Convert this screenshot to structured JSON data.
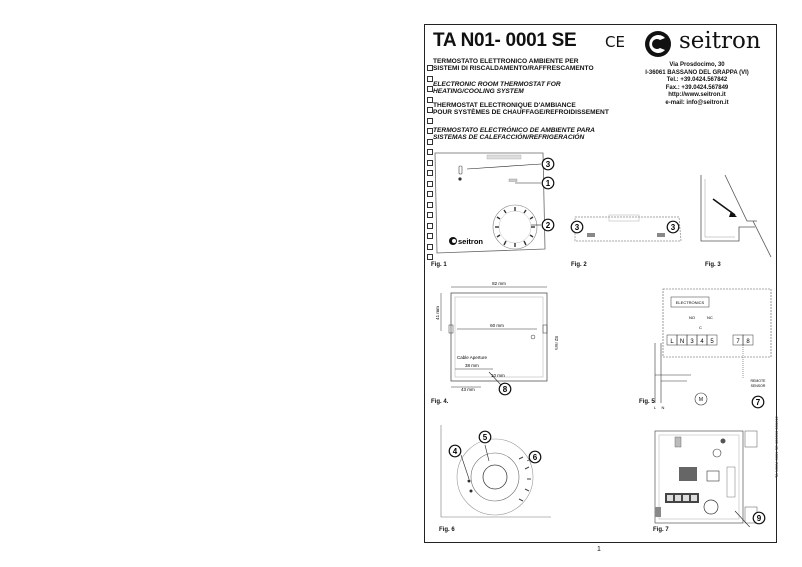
{
  "header": {
    "title": "TA N01- 0001 SE",
    "ce_mark": "CE",
    "brand": "seitron"
  },
  "address": {
    "street": "Via Prosdocimo, 30",
    "city": "I-36061 BASSANO DEL GRAPPA (VI)",
    "tel": "Tel.:     +39.0424.567842",
    "fax": "Fax.:    +39.0424.567849",
    "web": "http://www.seitron.it",
    "email": "e-mail: info@seitron.it"
  },
  "descriptions": {
    "it_1": "TERMOSTATO ELETTRONICO AMBIENTE PER",
    "it_2": "SISTEMI DI RISCALDAMENTO/RAFFRESCAMENTO",
    "en_1": "ELECTRONIC ROOM THERMOSTAT FOR",
    "en_2": "HEATING/COOLING SYSTEM",
    "fr_1": "THERMOSTAT ELECTRONIQUE D'AMBIANCE",
    "fr_2": "POUR SYSTÈMES DE CHAUFFAGE/REFROIDISSEMENT",
    "es_1": "TERMOSTATO ELECTRÓNICO DE AMBIENTE PARA",
    "es_2": "SISTEMAS DE CALEFACCIÓN/REFRIGERACIÓN"
  },
  "figures": {
    "fig1": "Fig. 1",
    "fig2": "Fig. 2",
    "fig3": "Fig. 3",
    "fig4": "Fig. 4.",
    "fig5": "Fig. 5",
    "fig6": "Fig. 6",
    "fig7": "Fig. 7"
  },
  "callouts": {
    "n1": "1",
    "n2": "2",
    "n3": "3",
    "n4": "4",
    "n5": "5",
    "n6": "6",
    "n7": "7",
    "n8": "8",
    "n9": "9"
  },
  "fig4_labels": {
    "width": "82 mm",
    "height_left": "41 mm",
    "inner": "60 mm",
    "height_right": "82 mm",
    "cable": "Cable Aperture",
    "cable_dim": "38 mm",
    "bottom": "10 mm",
    "offset": "43 mm"
  },
  "fig5_labels": {
    "electronics": "ELECTRONICS",
    "no": "NO",
    "nc": "NC",
    "c": "C",
    "terminals": [
      "L",
      "N",
      "3",
      "4",
      "5",
      "7",
      "8"
    ],
    "remote": "REMOTE",
    "sensor": "SENSOR",
    "motor": "M",
    "line_l": "L",
    "line_n": "N"
  },
  "fig1_logo": "seitron",
  "page_number": "1",
  "side_code": "TA N01M 0001 SE 022830 280612"
}
